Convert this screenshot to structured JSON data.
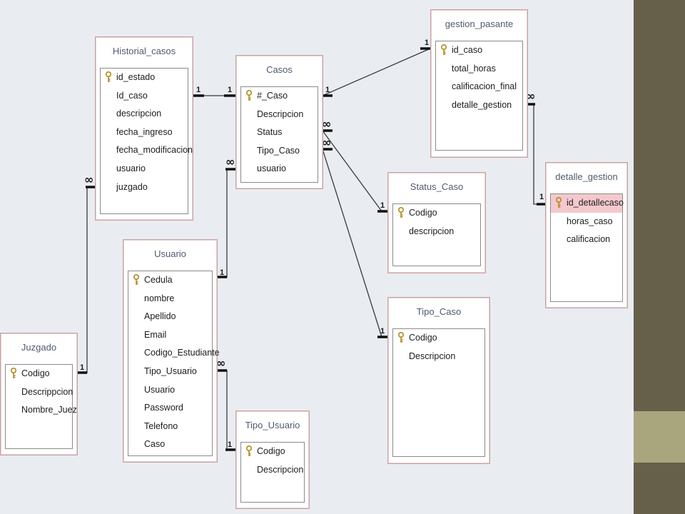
{
  "tables": [
    {
      "id": "historial",
      "name": "Historial_casos",
      "fields": [
        {
          "name": "id_estado",
          "key": true
        },
        {
          "name": "Id_caso"
        },
        {
          "name": "descripcion"
        },
        {
          "name": "fecha_ingreso"
        },
        {
          "name": "fecha_modificacion"
        },
        {
          "name": "usuario"
        },
        {
          "name": "juzgado"
        }
      ]
    },
    {
      "id": "casos",
      "name": "Casos",
      "fields": [
        {
          "name": "#_Caso",
          "key": true
        },
        {
          "name": "Descripcion"
        },
        {
          "name": "Status"
        },
        {
          "name": "Tipo_Caso"
        },
        {
          "name": "usuario"
        }
      ]
    },
    {
      "id": "gestion",
      "name": "gestion_pasante",
      "fields": [
        {
          "name": "id_caso",
          "key": true
        },
        {
          "name": "total_horas"
        },
        {
          "name": "calificacion_final"
        },
        {
          "name": "detalle_gestion"
        }
      ]
    },
    {
      "id": "detalle",
      "name": "detalle_gestion",
      "fields": [
        {
          "name": "id_detallecaso",
          "key": true,
          "highlight": true
        },
        {
          "name": "horas_caso"
        },
        {
          "name": "calificacion"
        }
      ]
    },
    {
      "id": "status",
      "name": "Status_Caso",
      "fields": [
        {
          "name": "Codigo",
          "key": true
        },
        {
          "name": "descripcion"
        }
      ]
    },
    {
      "id": "usuario",
      "name": "Usuario",
      "fields": [
        {
          "name": "Cedula",
          "key": true
        },
        {
          "name": "nombre"
        },
        {
          "name": "Apellido"
        },
        {
          "name": "Email"
        },
        {
          "name": "Codigo_Estudiante"
        },
        {
          "name": "Tipo_Usuario"
        },
        {
          "name": "Usuario"
        },
        {
          "name": "Password"
        },
        {
          "name": "Telefono"
        },
        {
          "name": "Caso"
        }
      ]
    },
    {
      "id": "tipocaso",
      "name": "Tipo_Caso",
      "fields": [
        {
          "name": "Codigo",
          "key": true
        },
        {
          "name": "Descripcion"
        }
      ]
    },
    {
      "id": "juzgado",
      "name": "Juzgado",
      "fields": [
        {
          "name": "Codigo",
          "key": true
        },
        {
          "name": "Descrippcion"
        },
        {
          "name": "Nombre_Juez"
        }
      ]
    },
    {
      "id": "tipousuario",
      "name": "Tipo_Usuario",
      "fields": [
        {
          "name": "Codigo",
          "key": true
        },
        {
          "name": "Descripcion"
        }
      ]
    }
  ],
  "relationships": [
    {
      "id": "historial-casos",
      "from": "Historial_casos",
      "to": "Casos",
      "cardinality": [
        "1",
        "1"
      ]
    },
    {
      "id": "casos-gestion",
      "from": "Casos",
      "to": "gestion_pasante",
      "cardinality": [
        "1",
        "1"
      ]
    },
    {
      "id": "gestion-detalle",
      "from": "gestion_pasante",
      "to": "detalle_gestion",
      "cardinality": [
        "∞",
        "1"
      ]
    },
    {
      "id": "casos-status",
      "from": "Casos",
      "to": "Status_Caso",
      "cardinality": [
        "∞",
        "1"
      ]
    },
    {
      "id": "casos-tipocaso",
      "from": "Casos",
      "to": "Tipo_Caso",
      "cardinality": [
        "∞",
        "1"
      ]
    },
    {
      "id": "casos-usuario",
      "from": "Casos",
      "to": "Usuario",
      "cardinality": [
        "∞",
        "1"
      ]
    },
    {
      "id": "historial-juzgado",
      "from": "Historial_casos",
      "to": "Juzgado",
      "cardinality": [
        "∞",
        "1"
      ]
    },
    {
      "id": "usuario-tipousuario",
      "from": "Usuario",
      "to": "Tipo_Usuario",
      "cardinality": [
        "∞",
        "1"
      ]
    }
  ],
  "colors": {
    "canvas": "#e9edf2",
    "sidebar": "#66604a",
    "sidebar_band": "#a9a67e",
    "highlight": "#f4c9cd",
    "table_border": "#c9a2a2"
  }
}
